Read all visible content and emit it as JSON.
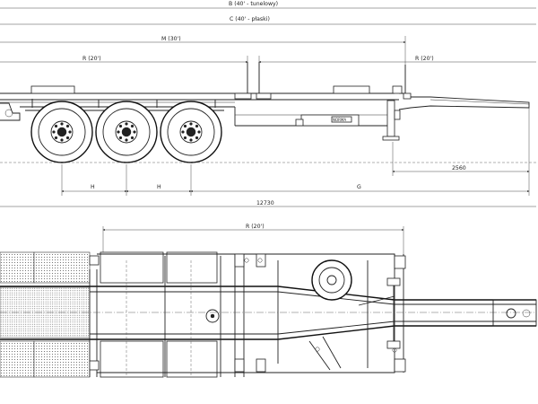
{
  "dimensions": {
    "b_40_tunnel": "B (40' - tunelowy)",
    "c_40_flat": "C (40' - płaski)",
    "m_30": "M (30')",
    "r_20_left": "R (20')",
    "r_20_right": "R (20')",
    "d_2560": "2560",
    "h1": "H",
    "h2": "H",
    "g": "G",
    "total_12730": "12730",
    "r_20_plan": "R (20')"
  },
  "plates": {
    "side_plate": "NORMA"
  }
}
